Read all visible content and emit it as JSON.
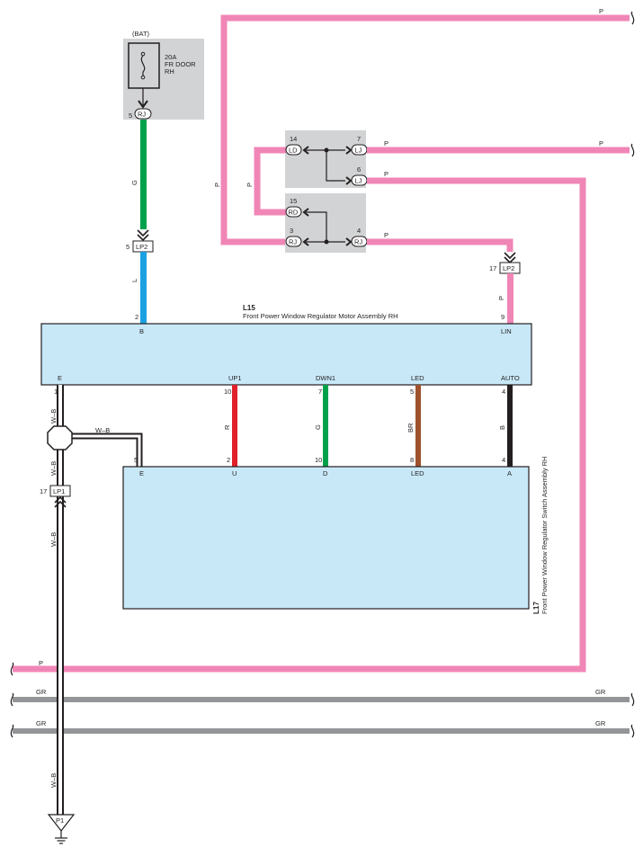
{
  "battery": {
    "label": "(BAT)"
  },
  "fuse": {
    "rating": "20A",
    "name_line1": "FR DOOR",
    "name_line2": "RH"
  },
  "junction_box": {
    "rj_bat_pin": "5",
    "rj_bat": "RJ",
    "ld_pin": "14",
    "ld": "LD",
    "lj_top_pin": "7",
    "lj_top": "LJ",
    "lj_bot_pin": "6",
    "lj_bot": "LJ",
    "rd_pin": "15",
    "rd": "RD",
    "rj_left_pin": "3",
    "rj_left": "RJ",
    "rj_right_pin": "4",
    "rj_right": "RJ"
  },
  "connectors": {
    "lp2_left": {
      "pin": "5",
      "name": "LP2"
    },
    "lp2_right": {
      "pin": "17",
      "name": "LP2"
    },
    "lp1": {
      "pin": "17",
      "name": "LP1"
    },
    "ground": {
      "name": "P1"
    }
  },
  "wire_colors": {
    "G": "G",
    "L": "L",
    "P": "P",
    "R": "R",
    "BR": "BR",
    "B": "B",
    "WB": "W–B",
    "GR": "GR"
  },
  "hex": {
    "pink": "#f086b6",
    "green": "#00a14b",
    "blue": "#1ba1e2",
    "red": "#e0202a",
    "brown": "#a0522d",
    "black": "#231f20",
    "gray": "#939598",
    "component_fill": "#c8e8f8",
    "box_fill": "#d1d3d4"
  },
  "l15": {
    "code": "L15",
    "title": "Front Power Window Regulator Motor Assembly RH",
    "pin_b_num": "2",
    "pin_b": "B",
    "pin_lin_num": "9",
    "pin_lin": "LIN",
    "pin_e": "E",
    "pin_e_num": "1",
    "pin_up1": "UP1",
    "pin_up1_num": "10",
    "pin_dwn1": "DWN1",
    "pin_dwn1_num": "7",
    "pin_led": "LED",
    "pin_led_num": "5",
    "pin_auto": "AUTO",
    "pin_auto_num": "4"
  },
  "l17": {
    "code": "L17",
    "title": "Front Power Window Regulator Switch Assembly RH",
    "pin_e_num": "5",
    "pin_e": "E",
    "pin_u_num": "2",
    "pin_u": "U",
    "pin_d_num": "10",
    "pin_d": "D",
    "pin_led_num": "8",
    "pin_led": "LED",
    "pin_a_num": "4",
    "pin_a": "A"
  }
}
